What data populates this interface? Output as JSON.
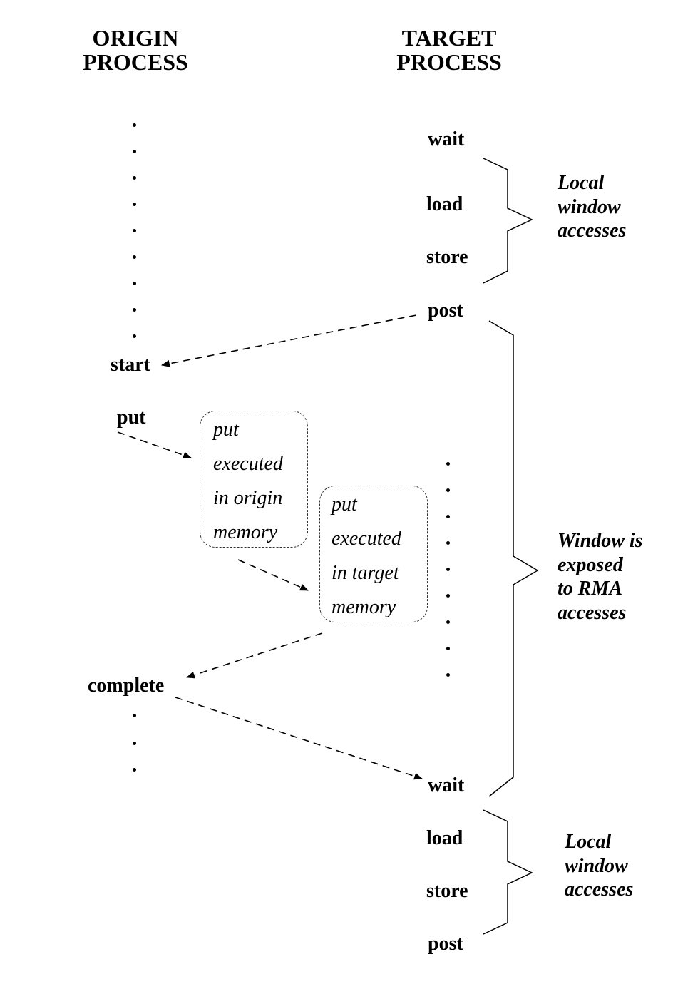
{
  "headers": {
    "origin": "ORIGIN\nPROCESS",
    "target": "TARGET\nPROCESS"
  },
  "origin_ops": {
    "start": "start",
    "put": "put",
    "complete": "complete"
  },
  "target_ops": {
    "wait1": "wait",
    "load1": "load",
    "store1": "store",
    "post1": "post",
    "wait2": "wait",
    "load2": "load",
    "store2": "store",
    "post2": "post"
  },
  "notes": {
    "local1": "Local\nwindow\naccesses",
    "exposed": "Window is\nexposed\nto RMA\naccesses",
    "local2": "Local\nwindow\naccesses"
  },
  "boxes": {
    "origin_memory": [
      "put",
      "executed",
      "in origin",
      "memory"
    ],
    "target_memory": [
      "put",
      "executed",
      "in target",
      "memory"
    ]
  },
  "colors": {
    "ink": "#000000",
    "box_border": "#333333"
  }
}
